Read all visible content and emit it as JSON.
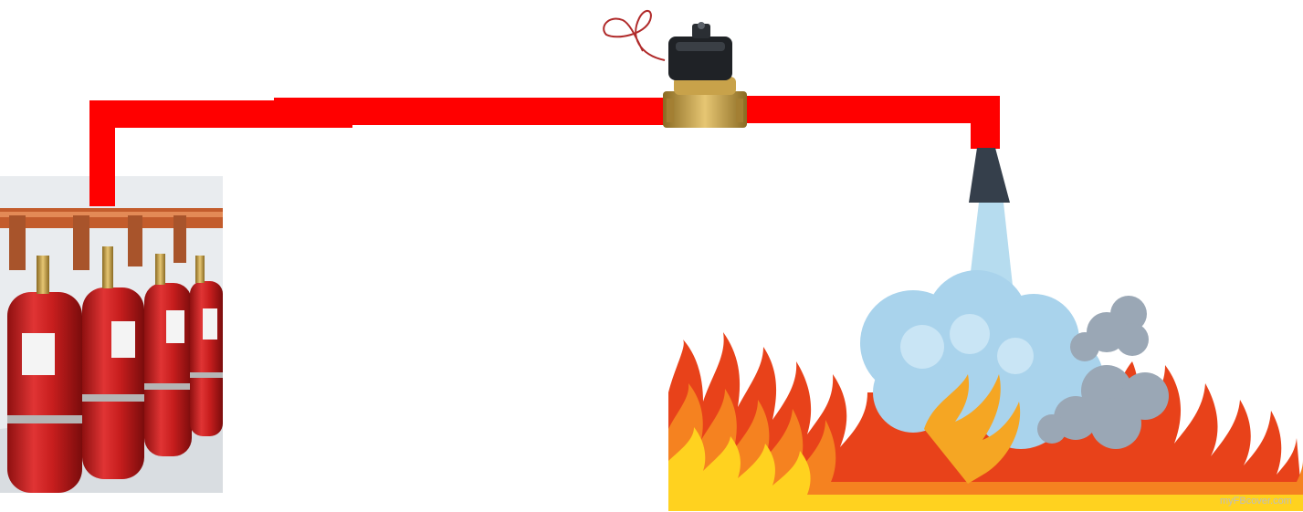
{
  "diagram": {
    "components": {
      "cylinder_bank": {
        "icon": "fire-suppression-cylinders",
        "cylinder_count": 4
      },
      "pipe": {
        "color": "#ff0000"
      },
      "solenoid_valve": {
        "icon": "solenoid-valve-icon"
      },
      "nozzle": {
        "icon": "spray-nozzle-icon",
        "color": "#353f4b"
      },
      "fire": {
        "icon": "fire-flames"
      },
      "smoke": {
        "icon": "smoke-cloud-icon"
      }
    },
    "watermark": "myFBcover.com"
  },
  "colors": {
    "pipe_red": "#ff0000",
    "cylinder_red": "#c81e1e",
    "brass": "#c8a24a",
    "valve_body": "#1f2226",
    "spray_blue": "#b6dcef",
    "mist_blue": "#a9d3ec",
    "smoke_gray": "#9aa7b5",
    "flame_yellow": "#ffd21f",
    "flame_orange": "#f58220",
    "flame_red": "#e8421a"
  }
}
